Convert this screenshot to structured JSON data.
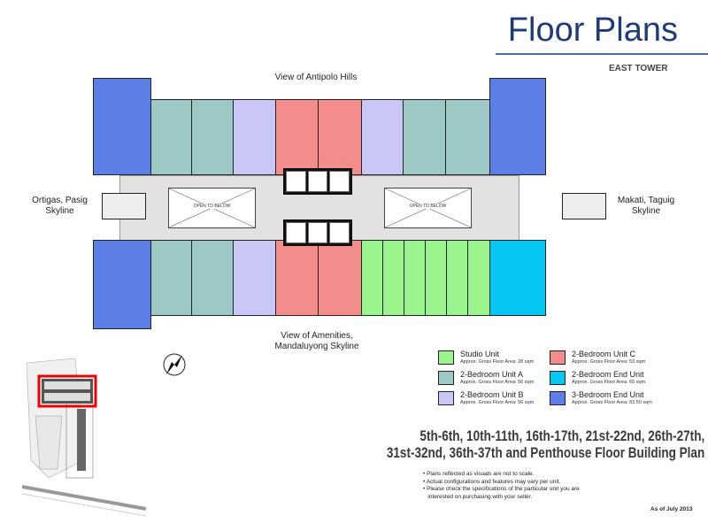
{
  "header": {
    "title": "Floor Plans",
    "tower": "EAST TOWER"
  },
  "views": {
    "top": "View of Antipolo Hills",
    "left": "Ortigas, Pasig Skyline",
    "right": "Makati, Taguig Skyline",
    "bottom": "View of Amenities, Mandaluyong Skyline"
  },
  "plan": {
    "open_label": "OPEN TO BELOW"
  },
  "colors": {
    "studio": "#9af58e",
    "unit_a": "#9cc9c6",
    "unit_b": "#c9c7f5",
    "unit_c": "#f38d8b",
    "end2": "#05c6f2",
    "end3": "#5b7fe6",
    "corridor": "#e2e2e2"
  },
  "legend": [
    {
      "name": "Studio Unit",
      "area": "Approx. Gross Floor Area: 28 sqm",
      "color": "#9af58e"
    },
    {
      "name": "2-Bedroom Unit A",
      "area": "Approx. Gross Floor Area: 56 sqm",
      "color": "#9cc9c6"
    },
    {
      "name": "2-Bedroom Unit B",
      "area": "Approx. Gross Floor Area: 56 sqm",
      "color": "#c9c7f5"
    },
    {
      "name": "2-Bedroom Unit C",
      "area": "Approx. Gross Floor Area: 53 sqm",
      "color": "#f38d8b"
    },
    {
      "name": "2-Bedroom End Unit",
      "area": "Approx. Gross Floor Area: 65 sqm",
      "color": "#05c6f2"
    },
    {
      "name": "3-Bedroom End Unit",
      "area": "Approx. Gross Floor Area: 83.50 sqm",
      "color": "#5b7fe6"
    }
  ],
  "heading": {
    "line1": "5th-6th, 10th-11th, 16th-17th, 21st-22nd, 26th-27th,",
    "line2": "31st-32nd, 36th-37th and Penthouse Floor Building Plan"
  },
  "notes": [
    "• Plans reflected as visuals are not to scale.",
    "• Actual configurations and features may vary per unit.",
    "• Please check the specifications of the particular unit you are",
    "   interested on purchasing with your seller."
  ],
  "as_of": "As of July 2013"
}
